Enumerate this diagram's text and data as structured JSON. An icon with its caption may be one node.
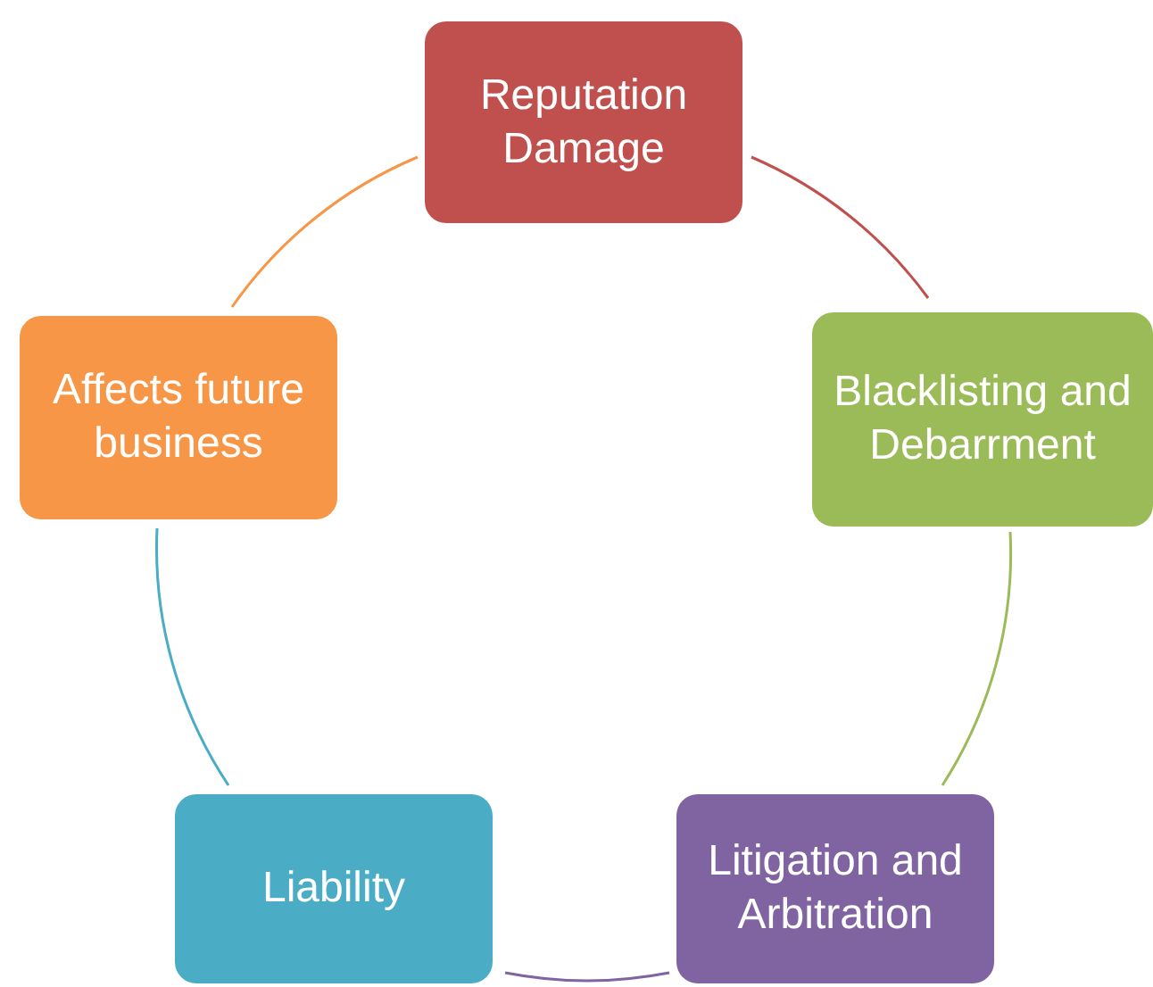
{
  "diagram": {
    "nodes": [
      {
        "text": [
          "Reputation Damage"
        ]
      },
      {
        "text": [
          "Blacklisting and Debarrment"
        ]
      },
      {
        "text": [
          "Litigation and Arbitration"
        ]
      },
      {
        "text": [
          "Liability"
        ]
      },
      {
        "text": [
          "Affects future business"
        ]
      }
    ],
    "edges": [
      {
        "from": 0,
        "to": 1,
        "arrow": "none",
        "color": "#c0504d"
      },
      {
        "from": 1,
        "to": 2,
        "arrow": "none",
        "color": "#9bbb59"
      },
      {
        "from": 2,
        "to": 3,
        "arrow": "none",
        "color": "#8064a2"
      },
      {
        "from": 3,
        "to": 4,
        "arrow": "none",
        "color": "#4bacc6"
      },
      {
        "from": 4,
        "to": 0,
        "arrow": "none",
        "color": "#f79646"
      }
    ]
  }
}
